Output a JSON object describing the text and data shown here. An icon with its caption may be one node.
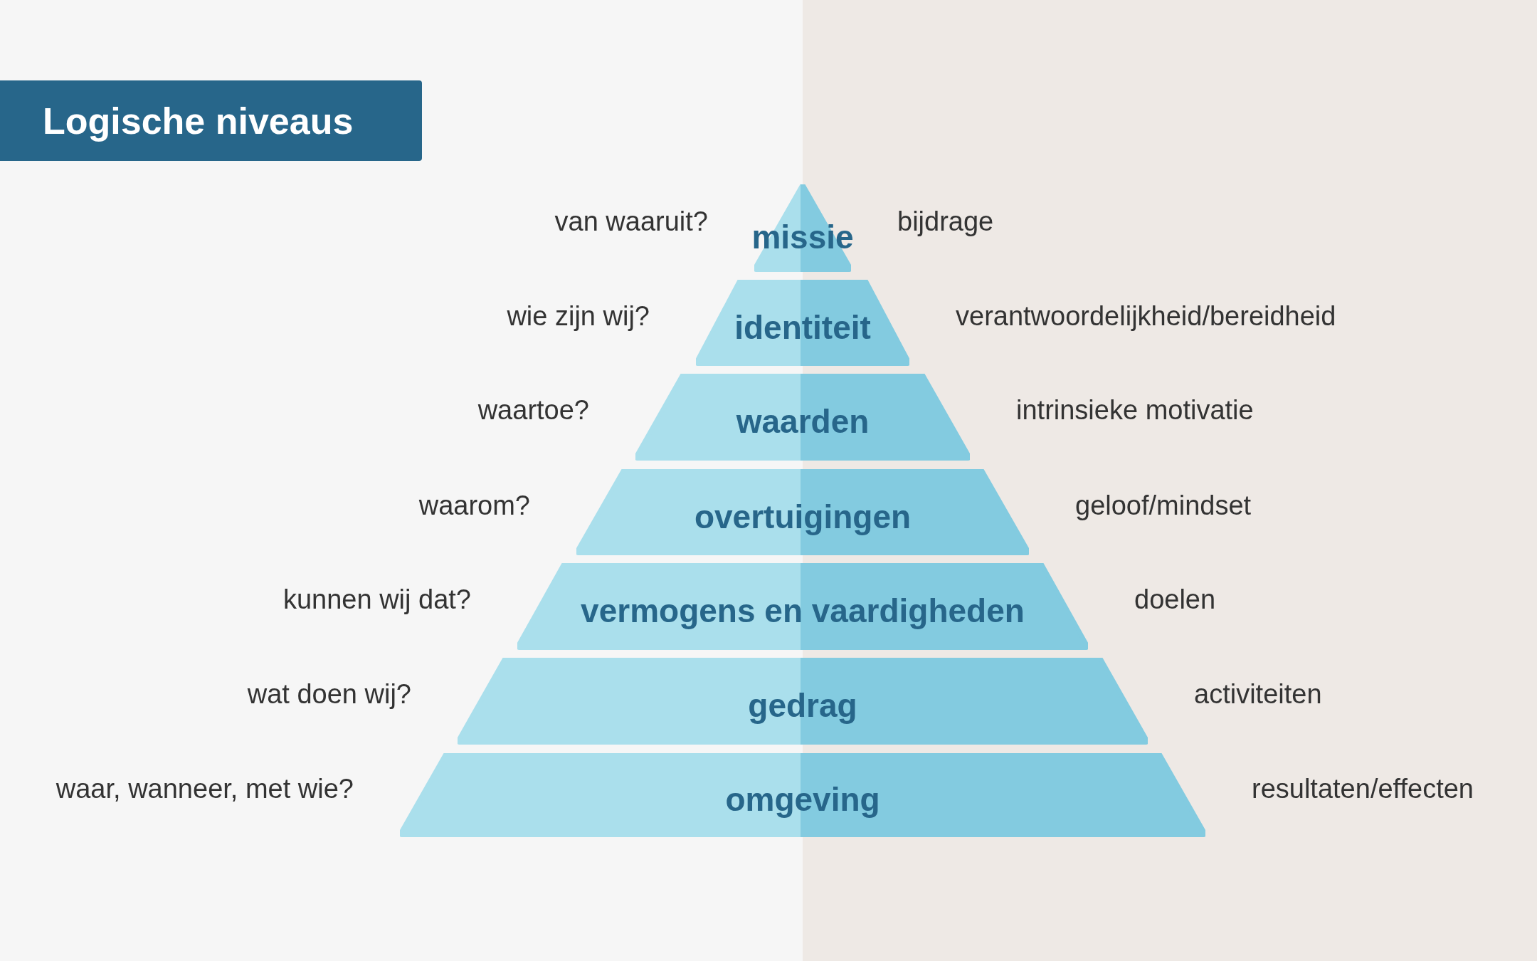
{
  "diagram": {
    "title": "Logische niveaus",
    "nodes": [
      {
        "text": [
          "missie"
        ],
        "beside": [
          "van waaruit?",
          "bijdrage"
        ]
      },
      {
        "text": [
          "identiteit"
        ],
        "beside": [
          "wie zijn wij?",
          "verantwoordelijkheid/bereidheid"
        ]
      },
      {
        "text": [
          "waarden"
        ],
        "beside": [
          "waartoe?",
          "intrinsieke motivatie"
        ]
      },
      {
        "text": [
          "overtuigingen"
        ],
        "beside": [
          "waarom?",
          "geloof/mindset"
        ]
      },
      {
        "text": [
          "vermogens en vaardigheden"
        ],
        "beside": [
          "kunnen wij dat?",
          "doelen"
        ]
      },
      {
        "text": [
          "gedrag"
        ],
        "beside": [
          "wat doen wij?",
          "activiteiten"
        ]
      },
      {
        "text": [
          "omgeving"
        ],
        "beside": [
          "waar, wanneer, met wie?",
          "resultaten/effecten"
        ]
      }
    ]
  }
}
